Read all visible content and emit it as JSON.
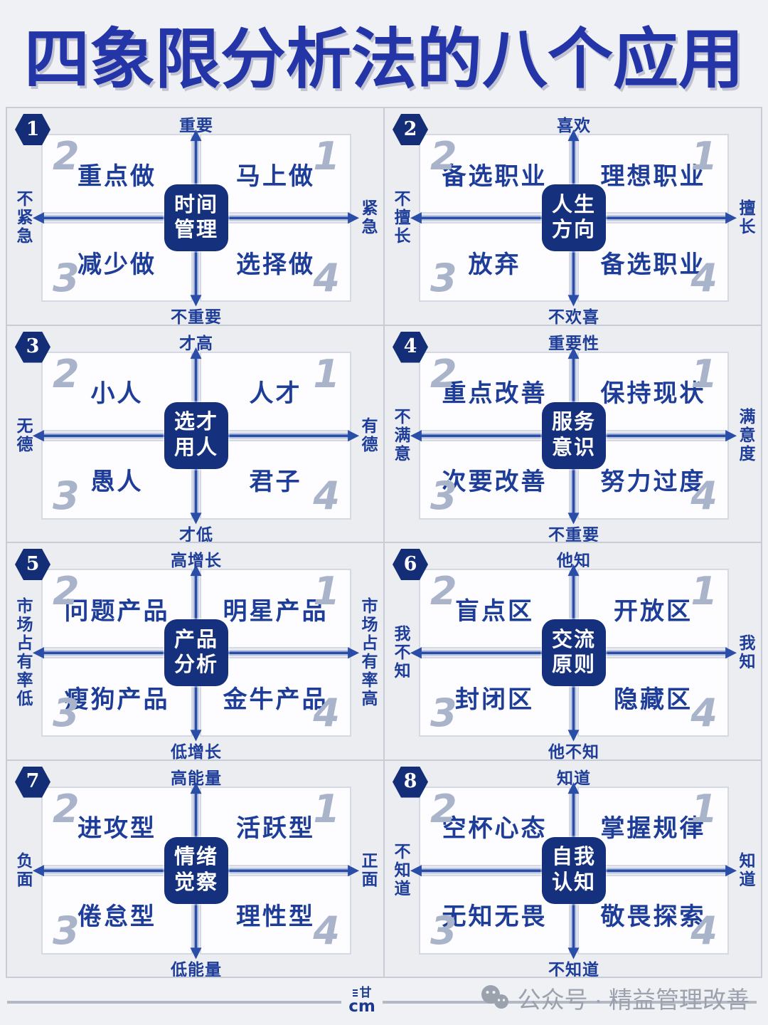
{
  "title": "四象限分析法的八个应用",
  "quadrant_numbers": {
    "q1": "1",
    "q2": "2",
    "q3": "3",
    "q4": "4"
  },
  "panels": [
    {
      "number": "1",
      "center_line1": "时间",
      "center_line2": "管理",
      "axis_top": "重要",
      "axis_bottom": "不重要",
      "axis_left": "不紧急",
      "axis_right": "紧急",
      "q2": "重点做",
      "q1": "马上做",
      "q3": "减少做",
      "q4": "选择做"
    },
    {
      "number": "2",
      "center_line1": "人生",
      "center_line2": "方向",
      "axis_top": "喜欢",
      "axis_bottom": "不欢喜",
      "axis_left": "不擅长",
      "axis_right": "擅长",
      "q2": "备选职业",
      "q1": "理想职业",
      "q3": "放弃",
      "q4": "备选职业"
    },
    {
      "number": "3",
      "center_line1": "选才",
      "center_line2": "用人",
      "axis_top": "才高",
      "axis_bottom": "才低",
      "axis_left": "无德",
      "axis_right": "有德",
      "q2": "小人",
      "q1": "人才",
      "q3": "愚人",
      "q4": "君子"
    },
    {
      "number": "4",
      "center_line1": "服务",
      "center_line2": "意识",
      "axis_top": "重要性",
      "axis_bottom": "不重要",
      "axis_left": "不满意",
      "axis_right": "满意度",
      "q2": "重点改善",
      "q1": "保持现状",
      "q3": "次要改善",
      "q4": "努力过度"
    },
    {
      "number": "5",
      "center_line1": "产品",
      "center_line2": "分析",
      "axis_top": "高增长",
      "axis_bottom": "低增长",
      "axis_left": "市场占有率低",
      "axis_right": "市场占有率高",
      "q2": "问题产品",
      "q1": "明星产品",
      "q3": "瘦狗产品",
      "q4": "金牛产品"
    },
    {
      "number": "6",
      "center_line1": "交流",
      "center_line2": "原则",
      "axis_top": "他知",
      "axis_bottom": "他不知",
      "axis_left": "我不知",
      "axis_right": "我知",
      "q2": "盲点区",
      "q1": "开放区",
      "q3": "封闭区",
      "q4": "隐藏区"
    },
    {
      "number": "7",
      "center_line1": "情绪",
      "center_line2": "觉察",
      "axis_top": "高能量",
      "axis_bottom": "低能量",
      "axis_left": "负面",
      "axis_right": "正面",
      "q2": "进攻型",
      "q1": "活跃型",
      "q3": "倦怠型",
      "q4": "理性型"
    },
    {
      "number": "8",
      "center_line1": "自我",
      "center_line2": "认知",
      "axis_top": "知道",
      "axis_bottom": "不知道",
      "axis_left": "不知道",
      "axis_right": "知道",
      "q2": "空杯心态",
      "q1": "掌握规律",
      "q3": "无知无畏",
      "q4": "敬畏探索"
    }
  ],
  "footer": {
    "logo_top": "甘",
    "logo_bottom": "cm",
    "account_text": "公众号 · 精益管理改善"
  },
  "colors": {
    "title_blue": "#2435a8",
    "text_navy": "#1d3d99",
    "badge_navy": "#15307c",
    "hex_navy": "#132d77",
    "arrow_blue": "#2a4da8",
    "arrow_halo": "#b7c2e0",
    "corner_number_gray": "#a9b3c9",
    "footer_gray": "#9ba2ad",
    "panel_bg": "#ecedf1",
    "page_bg": "#f0f1f4"
  }
}
